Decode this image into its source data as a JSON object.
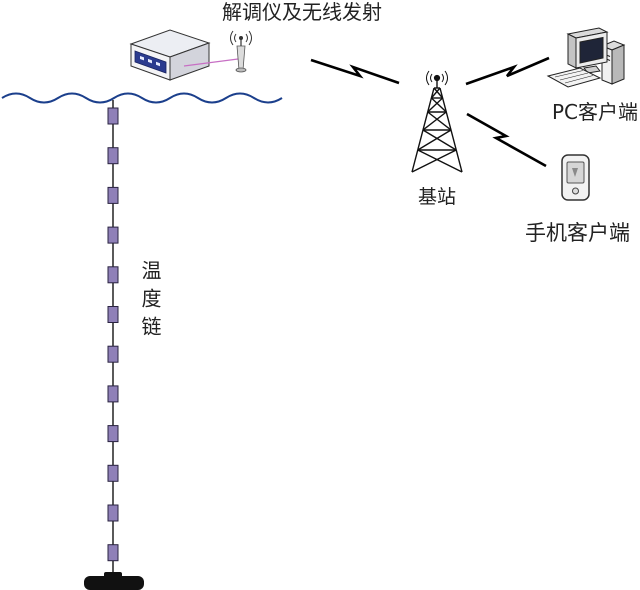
{
  "labels": {
    "demodulator": "解调仪及无线发射",
    "chain": "温度链",
    "base_station": "基站",
    "pc_client": "PC客户端",
    "phone_client": "手机客户端"
  },
  "icons": {
    "demodulator": "demodulator-device-icon",
    "antenna": "antenna-icon",
    "base_station": "base-station-tower-icon",
    "pc": "desktop-pc-icon",
    "phone": "mobile-phone-icon",
    "wireless_link": "lightning-link-icon",
    "water_surface": "water-wave-icon",
    "anchor_weight": "anchor-weight-icon"
  },
  "colors": {
    "water_line": "#1b3f8c",
    "sensor_fill": "#8f80b8",
    "antenna_cable": "#c76fc4",
    "outline": "#000000"
  }
}
